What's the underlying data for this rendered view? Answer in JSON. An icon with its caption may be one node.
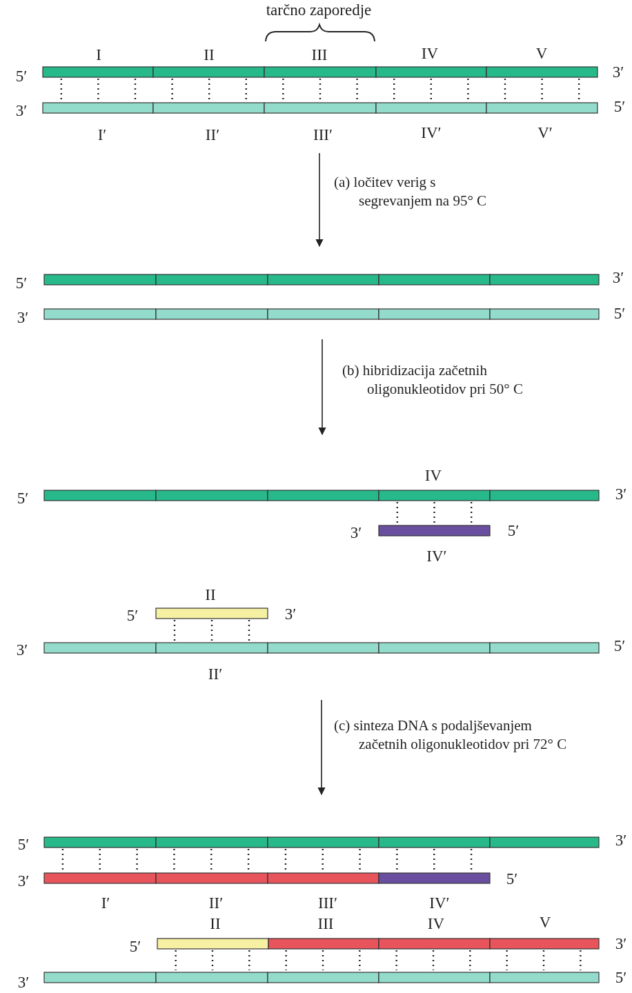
{
  "diagram": {
    "labels": [
      "tarčno zaporedje",
      "I",
      "II",
      "III",
      "IV",
      "V",
      "5′",
      "3′",
      "3′",
      "5′",
      "I′",
      "II′",
      "III′",
      "IV′",
      "V′",
      "(a) ločitev verig s segrevanjem na 95° C",
      "5′",
      "3′",
      "3′",
      "5′",
      "(b) hibridizacija začetnih oligonukleotidov pri 50° C",
      "IV",
      "5′",
      "3′",
      "3′",
      "5′",
      "IV′",
      "II",
      "5′",
      "3′",
      "3′",
      "5′",
      "II′",
      "(c) sinteza DNA s podaljševanjem začetnih oligonukleotidov pri 72° C",
      "5′",
      "3′",
      "3′",
      "5′",
      "I′",
      "II′",
      "III′",
      "IV′",
      "II",
      "III",
      "IV",
      "V",
      "5′",
      "3′",
      "3′",
      "5′"
    ]
  }
}
